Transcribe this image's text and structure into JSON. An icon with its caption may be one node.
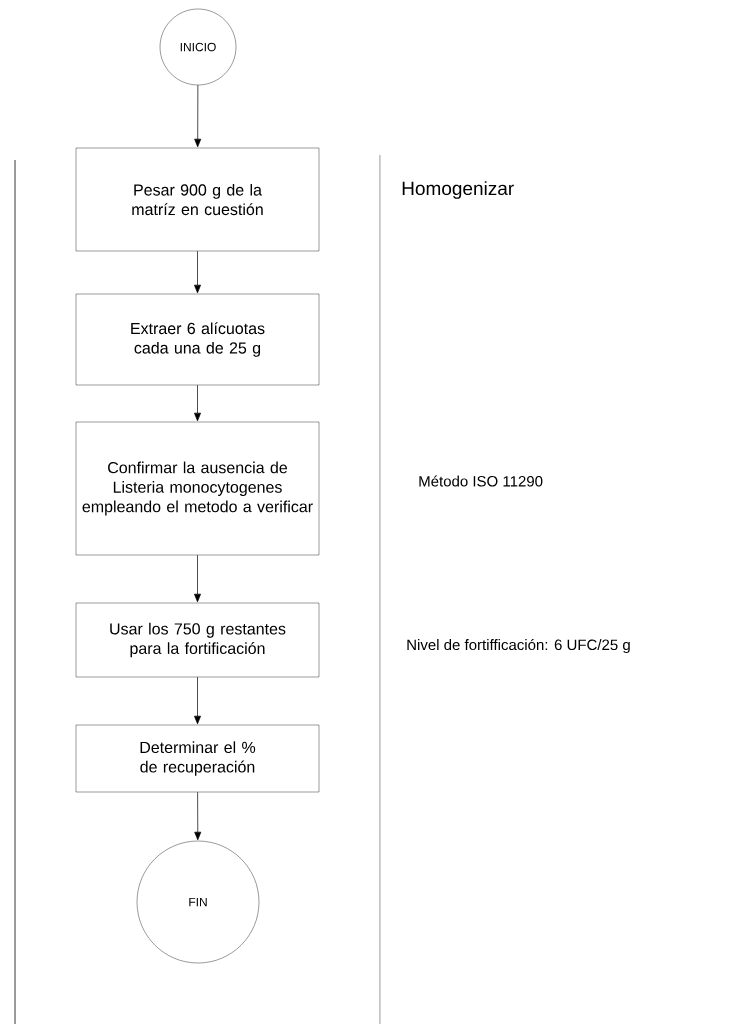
{
  "diagram": {
    "nodes": [
      {
        "text": [
          "INICIO"
        ]
      },
      {
        "text": [
          "Pesar 900 g de la matríz en cuestión"
        ]
      },
      {
        "text": [
          "Extraer 6 alícuotas cada una de 25 g"
        ]
      },
      {
        "text": [
          "Confirmar la ausencia de Listeria monocytogenes empleando el metodo a verificar"
        ]
      },
      {
        "text": [
          "Usar los 750 g restantes para la fortificación"
        ]
      },
      {
        "text": [
          "Determinar el % de recuperación"
        ]
      },
      {
        "text": [
          "FIN"
        ]
      }
    ],
    "edges": [
      {
        "from": 0,
        "to": 1,
        "arrow": "to"
      },
      {
        "from": 1,
        "to": 2,
        "arrow": "to"
      },
      {
        "from": 2,
        "to": 3,
        "arrow": "to"
      },
      {
        "from": 3,
        "to": 4,
        "arrow": "to"
      },
      {
        "from": 4,
        "to": 5,
        "arrow": "to"
      },
      {
        "from": 5,
        "to": 6,
        "arrow": "to"
      }
    ],
    "labels": [
      "Homogenizar",
      "Método ISO 11290",
      "Nivel de fortifficación: 6 UFC/25 g"
    ]
  }
}
